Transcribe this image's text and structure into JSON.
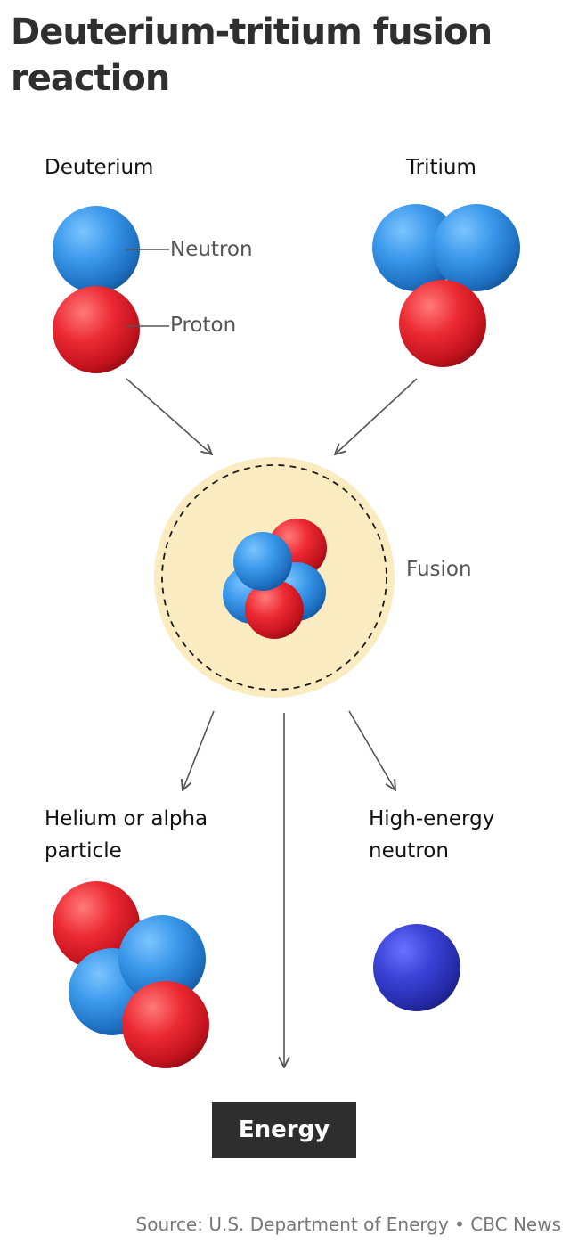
{
  "title": "Deuterium-tritium fusion reaction",
  "labels": {
    "deuterium": "Deuterium",
    "tritium": "Tritium",
    "neutron": "Neutron",
    "proton": "Proton",
    "fusion": "Fusion",
    "helium": "Helium or alpha\nparticle",
    "high_energy_neutron": "High-energy\nneutron",
    "energy": "Energy"
  },
  "source": "Source: U.S. Department of Energy • CBC News",
  "colors": {
    "neutron": "#2e8ee0",
    "proton": "#e8202c",
    "high_energy_neutron": "#3239c8",
    "fusion_glow": "#fbebc0",
    "arrow": "#555555",
    "energy_box": "#2e2e2e"
  }
}
